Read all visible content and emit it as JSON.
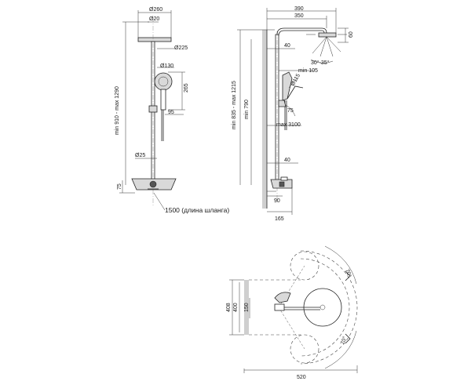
{
  "front_view": {
    "label_d260": "Ø260",
    "label_d20": "Ø20",
    "label_d225": "Ø225",
    "label_d130": "Ø130",
    "label_265": "265",
    "label_95": "95",
    "label_d25": "Ø25",
    "label_height_range": "min 910 - max 1290",
    "label_75": "75",
    "label_hose": "1500 (длина шланга)"
  },
  "side_view": {
    "label_390": "390",
    "label_350": "350",
    "label_60": "60",
    "label_40_top": "40",
    "label_tilt": "30°-35°",
    "label_min105": "min 105",
    "label_d115": "Ø115",
    "label_height_range": "min 835 - max 1215",
    "label_min790": "min 790",
    "label_75": "75",
    "label_max3100": "max 3100",
    "label_40_bottom": "40",
    "label_90": "90",
    "label_165": "165"
  },
  "top_view": {
    "label_408": "408",
    "label_400": "400",
    "label_150": "150",
    "label_angle_top": "70°",
    "label_angle_bottom": "70°",
    "label_520": "520"
  }
}
